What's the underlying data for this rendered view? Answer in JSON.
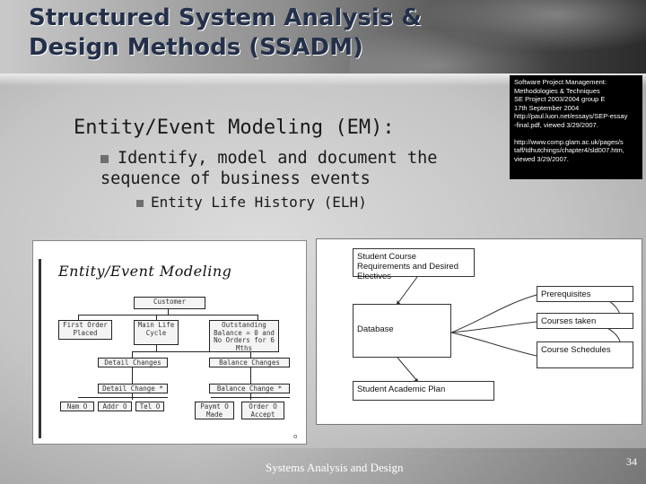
{
  "slide": {
    "title_line1": "Structured System Analysis &",
    "title_line2": "Design Methods (SSADM)",
    "heading": "Entity/Event Modeling (EM):",
    "bullet1": "Identify, model and document the sequence of business events",
    "bullet2": "Entity Life History (ELH)",
    "footer": "Systems Analysis and Design",
    "page_number": "34"
  },
  "reference_box": {
    "ref1_lines": [
      "Software Project Management:",
      "Methodologies & Techniques",
      "SE Project 2003/2004 group E",
      "17th September 2004",
      "http://paul.luon.net/essays/SEP-essay",
      "-final.pdf, viewed 3/29/2007."
    ],
    "ref2_lines": [
      "http://www.comp.glam.ac.uk/pages/s",
      "taff/tdhutchings/chapter4/sld007.htm,",
      "viewed 3/29/2007."
    ]
  },
  "scan_image": {
    "title": "Entity/Event Modeling",
    "boxes": {
      "customer": "Customer",
      "first_order": "First Order Placed",
      "main_life": "Main Life Cycle",
      "outstanding": "Outstanding Balance = 0 and No Orders for 6 Mths",
      "detail_changes": "Detail Changes",
      "balance_changes": "Balance Changes",
      "detail_change": "Detail Change *",
      "balance_change": "Balance Change *",
      "name_o": "Nam O",
      "addr_o": "Addr O",
      "tel_o": "Tel O",
      "paymt_o": "Paymt O Made",
      "order_o": "Order O Accept"
    }
  },
  "diagram": {
    "student_course": "Student Course Requirements and Desired Electives",
    "prerequisites": "Prerequisites",
    "courses_taken": "Courses taken",
    "database": "Database",
    "course_schedules": "Course Schedules",
    "student_plan": "Student Academic Plan"
  },
  "colors": {
    "title_text": "#24304a",
    "reference_bg": "#000000",
    "body_text": "#1a1a1a"
  }
}
